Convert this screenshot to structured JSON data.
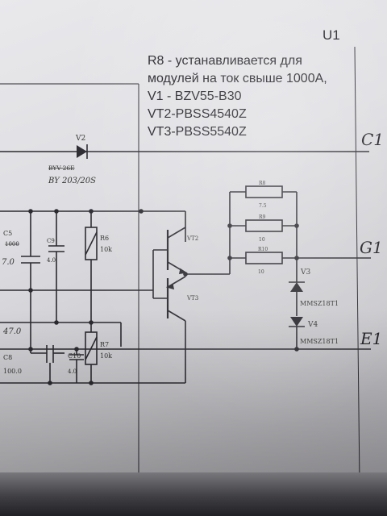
{
  "title": "U1",
  "notes": [
    "R8 - устанавливается для",
    "модулей на ток свыше 1000А,",
    "V1 - BZV55-B30",
    "VT2-PBSS4540Z",
    "VT3-PBSS5540Z"
  ],
  "nets": {
    "c1": "C1",
    "g1": "G1",
    "e1": "E1"
  },
  "components": {
    "v2": {
      "ref": "V2",
      "part": "BYV-26E",
      "hand_part": "BY 203/20S"
    },
    "c5": {
      "ref": "C5",
      "value": "1000",
      "value2": "7.0"
    },
    "c9": {
      "ref": "C9",
      "value": "4.0"
    },
    "r6": {
      "ref": "R6",
      "value": "10k"
    },
    "vt2": {
      "ref": "VT2"
    },
    "vt3": {
      "ref": "VT3"
    },
    "r8": {
      "ref": "R8",
      "value": "7.5"
    },
    "r9": {
      "ref": "R9",
      "value": "10"
    },
    "r10": {
      "ref": "R10",
      "value": "10"
    },
    "v3": {
      "ref": "V3",
      "part": "MMSZ18T1"
    },
    "v4": {
      "ref": "V4",
      "part": "MMSZ18T1"
    },
    "c8": {
      "ref": "C8",
      "value": "100.0"
    },
    "c10": {
      "ref": "C10",
      "value": "4.0"
    },
    "r7": {
      "ref": "R7",
      "value": "10k"
    },
    "misc": {
      "left_label": "47.0"
    }
  },
  "colors": {
    "ink": "#2a2a30",
    "paper": "#e4e4e8"
  }
}
